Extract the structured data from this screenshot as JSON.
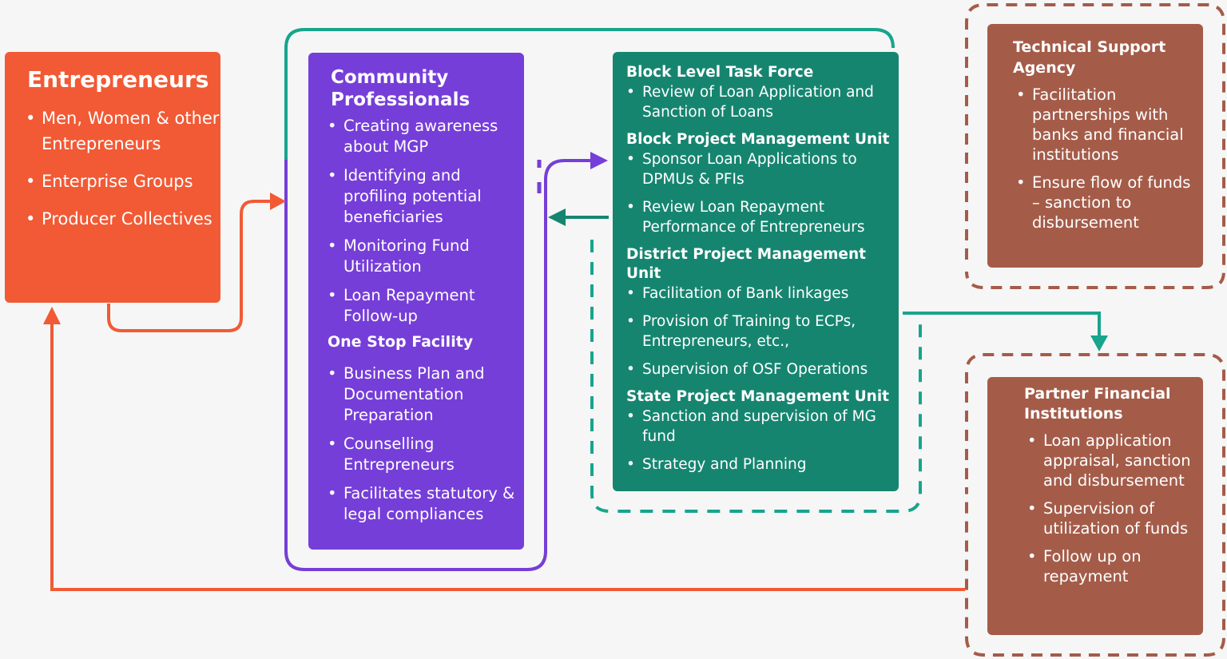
{
  "entrepreneurs": {
    "title": "Entrepreneurs",
    "items": [
      "Men, Women & other Entrepreneurs",
      "Enterprise Groups",
      "Producer Collectives"
    ]
  },
  "community_professionals": {
    "title": "Community Professionals",
    "items": [
      "Creating awareness about MGP",
      "Identifying and profiling potential beneficiaries",
      "Monitoring Fund Utilization",
      "Loan Repayment Follow-up"
    ],
    "osf_title": "One Stop Facility",
    "osf_items": [
      "Business Plan and Documentation Preparation",
      "Counselling Entrepreneurs",
      "Facilitates statutory & legal compliances"
    ]
  },
  "management": {
    "bltf_title": "Block Level Task Force",
    "bltf_items": [
      "Review of Loan Application and Sanction of Loans"
    ],
    "bpmu_title": "Block Project Management Unit",
    "bpmu_items": [
      "Sponsor Loan Applications to DPMUs & PFIs",
      "Review Loan Repayment Performance of Entrepreneurs"
    ],
    "dpmu_title": "District Project Management Unit",
    "dpmu_items": [
      "Facilitation of Bank linkages",
      "Provision of Training to ECPs, Entrepreneurs, etc.,",
      "Supervision of OSF Operations"
    ],
    "spmu_title": "State Project Management Unit",
    "spmu_items": [
      "Sanction and supervision of MG fund",
      "Strategy and Planning"
    ]
  },
  "tsa": {
    "title": "Technical Support Agency",
    "items": [
      "Facilitation partnerships with banks and financial institutions",
      "Ensure flow of funds – sanction to disbursement"
    ]
  },
  "pfi": {
    "title": "Partner Financial Institutions",
    "items": [
      "Loan application appraisal, sanction and disbursement",
      "Supervision of utilization of funds",
      "Follow up on repayment"
    ]
  },
  "colors": {
    "orange": "#f15a35",
    "purple": "#763ed8",
    "teal": "#168570",
    "connector_teal": "#17a58d",
    "brown": "#a45c49"
  }
}
